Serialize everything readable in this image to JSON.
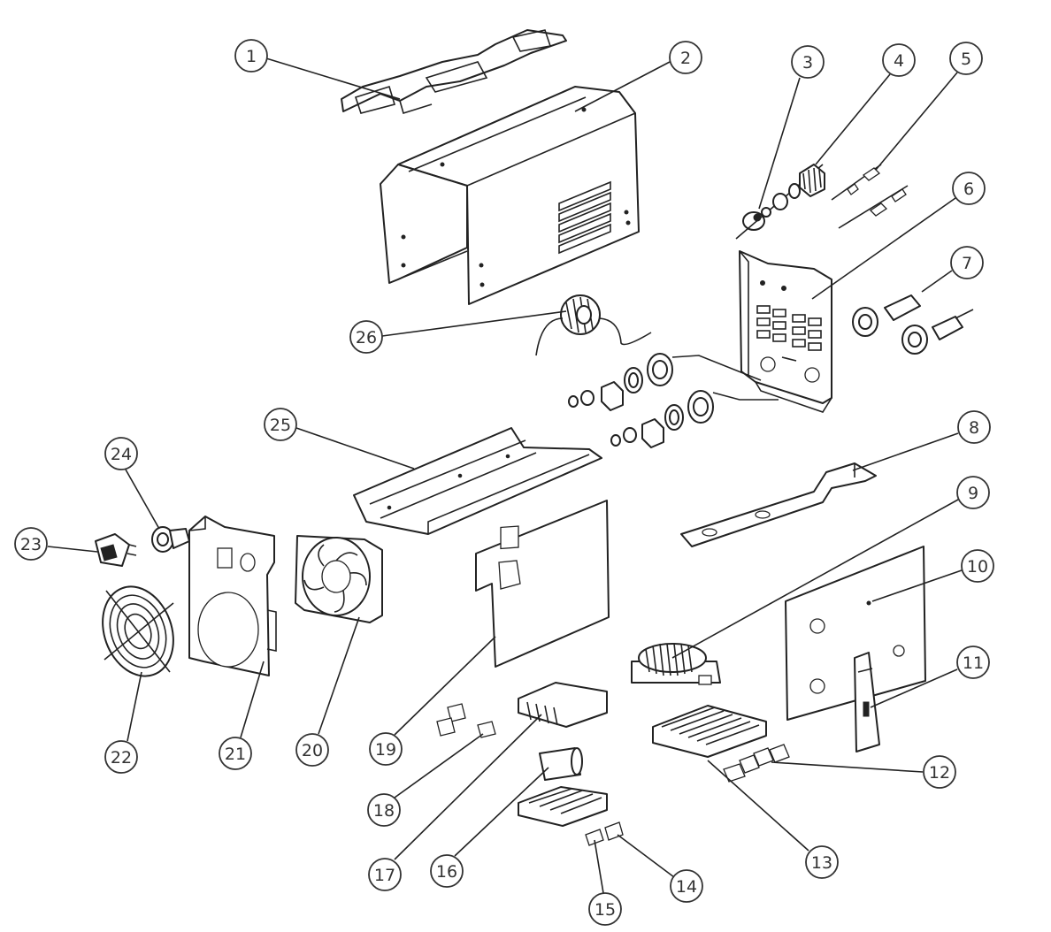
{
  "diagram": {
    "type": "exploded-parts-view",
    "callouts": [
      {
        "id": "1",
        "label": "1"
      },
      {
        "id": "2",
        "label": "2"
      },
      {
        "id": "3",
        "label": "3"
      },
      {
        "id": "4",
        "label": "4"
      },
      {
        "id": "5",
        "label": "5"
      },
      {
        "id": "6",
        "label": "6"
      },
      {
        "id": "7",
        "label": "7"
      },
      {
        "id": "8",
        "label": "8"
      },
      {
        "id": "9",
        "label": "9"
      },
      {
        "id": "10",
        "label": "10"
      },
      {
        "id": "11",
        "label": "11"
      },
      {
        "id": "12",
        "label": "12"
      },
      {
        "id": "13",
        "label": "13"
      },
      {
        "id": "14",
        "label": "14"
      },
      {
        "id": "15",
        "label": "15"
      },
      {
        "id": "16",
        "label": "16"
      },
      {
        "id": "17",
        "label": "17"
      },
      {
        "id": "18",
        "label": "18"
      },
      {
        "id": "19",
        "label": "19"
      },
      {
        "id": "20",
        "label": "20"
      },
      {
        "id": "21",
        "label": "21"
      },
      {
        "id": "22",
        "label": "22"
      },
      {
        "id": "23",
        "label": "23"
      },
      {
        "id": "24",
        "label": "24"
      },
      {
        "id": "25",
        "label": "25"
      },
      {
        "id": "26",
        "label": "26"
      }
    ]
  }
}
